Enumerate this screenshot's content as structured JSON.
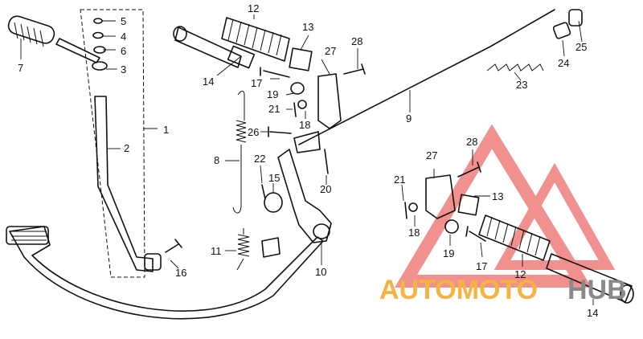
{
  "callouts": [
    "1",
    "2",
    "3",
    "4",
    "5",
    "6",
    "7",
    "8",
    "9",
    "10",
    "11",
    "12",
    "13",
    "14",
    "15",
    "16",
    "17",
    "18",
    "19",
    "20",
    "21",
    "22",
    "23",
    "24",
    "25",
    "26",
    "27",
    "28"
  ],
  "watermark": {
    "text_a": "AUTOMOTO",
    "text_b": "HUB",
    "color_a": "#f5b342",
    "color_b": "#8a8a8a",
    "logo_color": "#e53935"
  }
}
